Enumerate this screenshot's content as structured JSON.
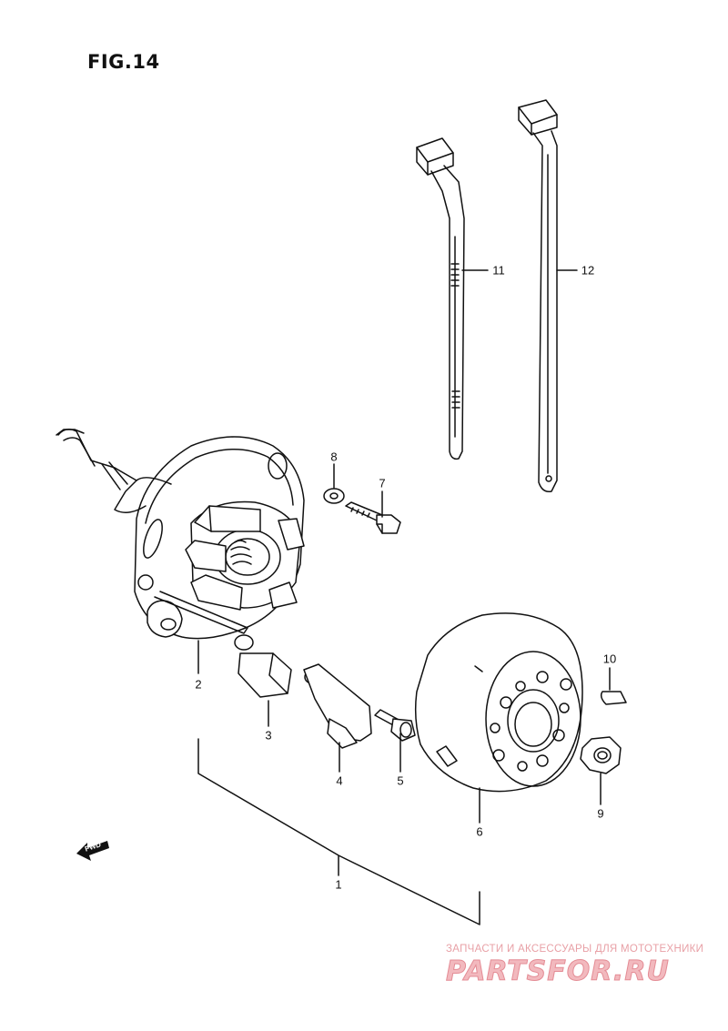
{
  "figure": {
    "title": "FIG.14"
  },
  "callouts": {
    "c1": "1",
    "c2": "2",
    "c3": "3",
    "c4": "4",
    "c5": "5",
    "c6": "6",
    "c7": "7",
    "c8": "8",
    "c9": "9",
    "c10": "10",
    "c11": "11",
    "c12": "12"
  },
  "fwd_arrow": {
    "label": "FWD"
  },
  "watermark": {
    "tagline": "ЗАПЧАСТИ И АКСЕССУАРЫ ДЛЯ МОТОТЕХНИКИ",
    "logo": "PARTSFOR.RU"
  }
}
